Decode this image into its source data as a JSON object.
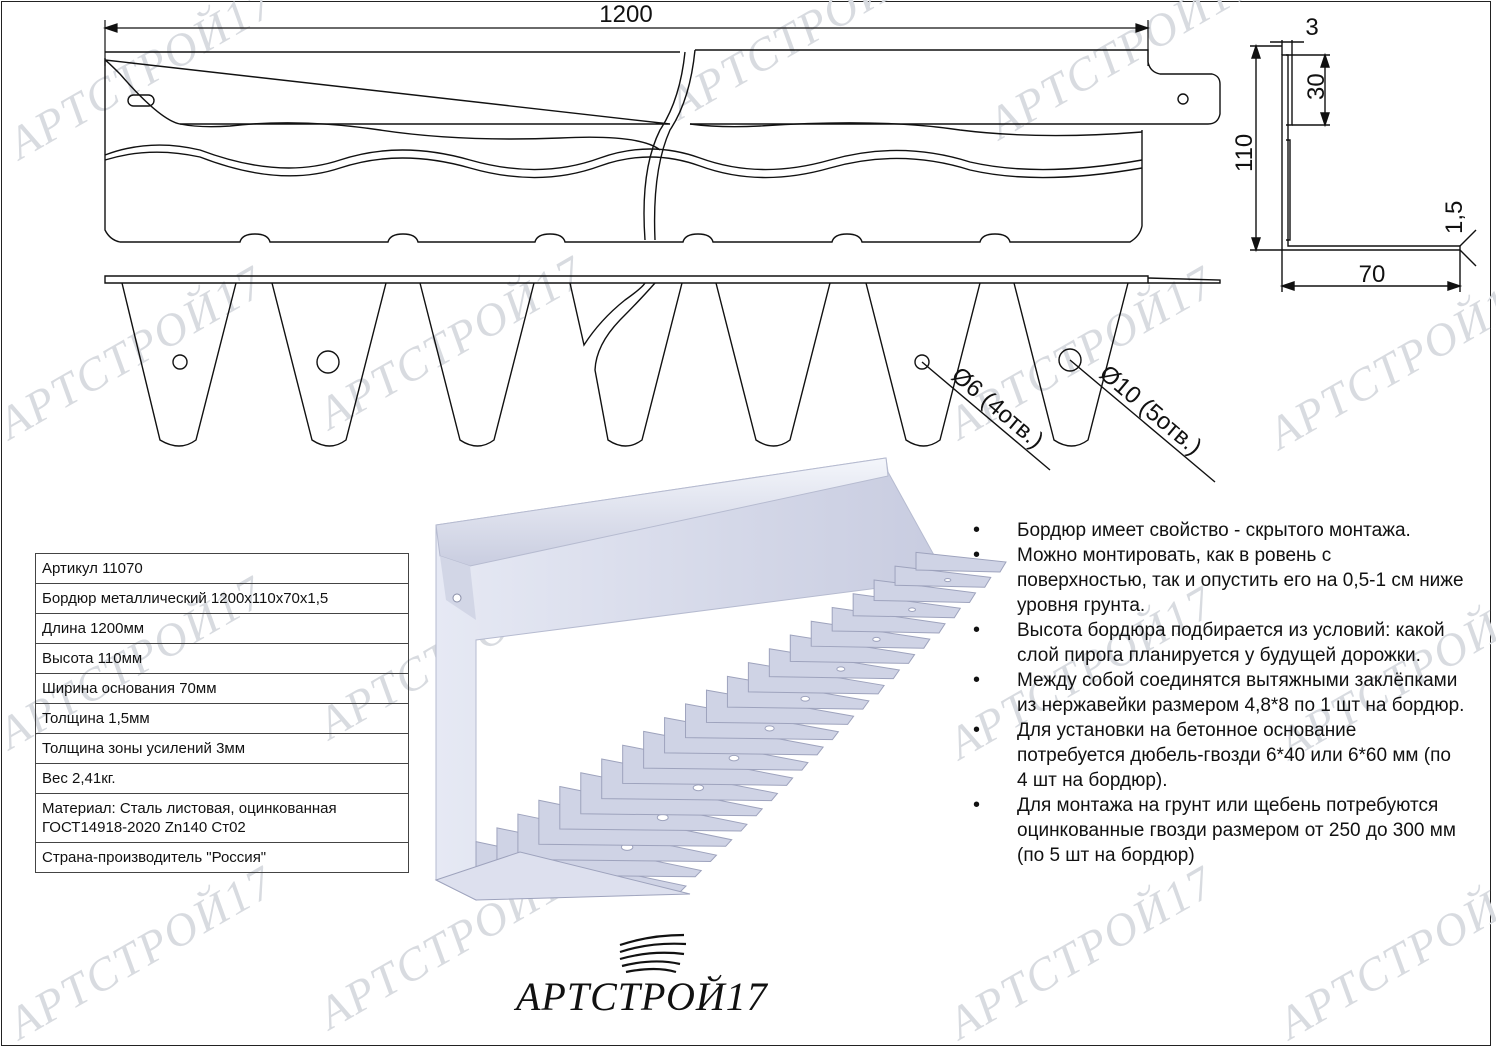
{
  "watermark": "АРТСТРОЙ17",
  "drawing": {
    "dim_length": "1200",
    "dim_top": "3",
    "dim_rib": "30",
    "dim_height": "110",
    "dim_thickness": "1,5",
    "dim_base": "70",
    "hole_small": "Ø6 (4отв.)",
    "hole_large": "Ø10 (5отв.)"
  },
  "specs": [
    "Артикул 11070",
    "Бордюр металлический 1200x110x70x1,5",
    "Длина 1200мм",
    "Высота 110мм",
    "Ширина основания 70мм",
    "Толщина 1,5мм",
    "Толщина зоны усилений 3мм",
    "Вес 2,41кг.",
    "Материал: Сталь листовая, оцинкованная ГОСТ14918-2020 Zn140 Ст02",
    "Страна-производитель \"Россия\""
  ],
  "notes": [
    "Бордюр имеет свойство - скрытого монтажа.",
    "Можно монтировать, как в ровень с поверхностью, так и опустить его на 0,5-1 см ниже уровня грунта.",
    "Высота бордюра подбирается из условий: какой слой пирога планируется у будущей дорожки.",
    "Между собой соединятся вытяжными заклёпками из нержавейки размером 4,8*8 по 1 шт на бордюр.",
    "Для установки на бетонное основание потребуется дюбель-гвозди 6*40 или 6*60 мм (по 4 шт на бордюр).",
    "Для монтажа на грунт или щебень потребуются оцинкованные гвозди размером от 250 до 300 мм (по 5 шт на бордюр)"
  ],
  "logo": {
    "text": "АРТСТРОЙ17"
  }
}
